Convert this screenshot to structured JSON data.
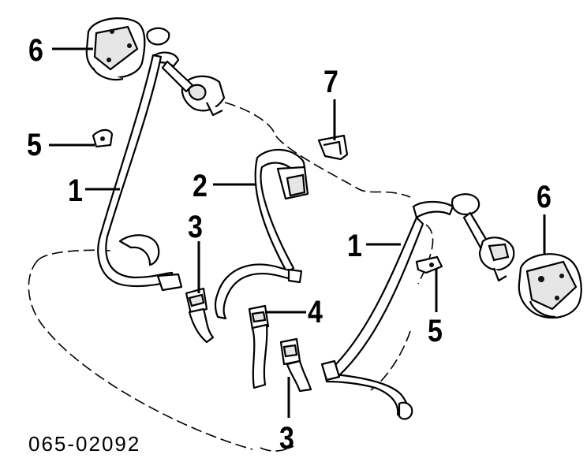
{
  "callouts": {
    "c1_left": "1",
    "c1_right": "1",
    "c2": "2",
    "c3_top": "3",
    "c3_bottom": "3",
    "c4": "4",
    "c5_left": "5",
    "c5_right": "5",
    "c6_left": "6",
    "c6_right": "6",
    "c7": "7"
  },
  "diagram_code": "065-02092"
}
